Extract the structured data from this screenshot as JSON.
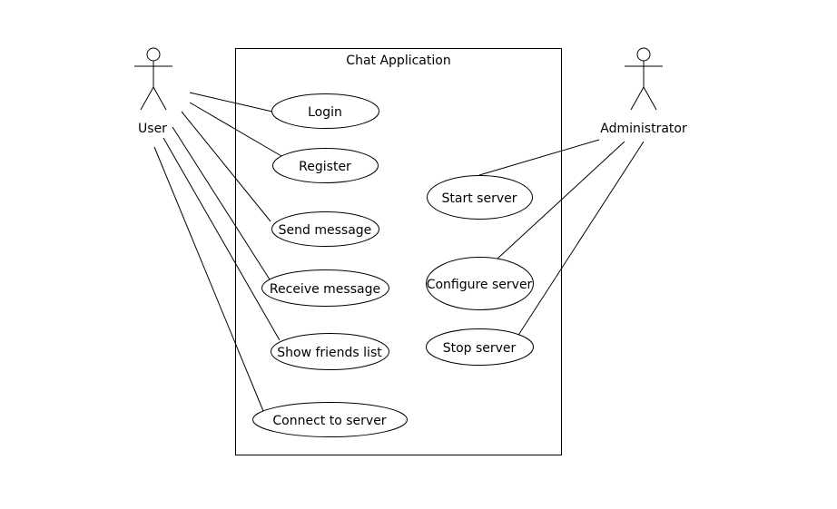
{
  "system": {
    "title": "Chat Application"
  },
  "actors": {
    "user": {
      "label": "User"
    },
    "admin": {
      "label": "Administrator"
    }
  },
  "use_cases": {
    "login": "Login",
    "register": "Register",
    "send_message": "Send message",
    "receive_message": "Receive message",
    "show_friends": "Show friends list",
    "connect_server": "Connect to server",
    "start_server": "Start server",
    "configure_server": "Configure server",
    "stop_server": "Stop server"
  },
  "colors": {
    "line": "#000000",
    "background": "#ffffff"
  }
}
